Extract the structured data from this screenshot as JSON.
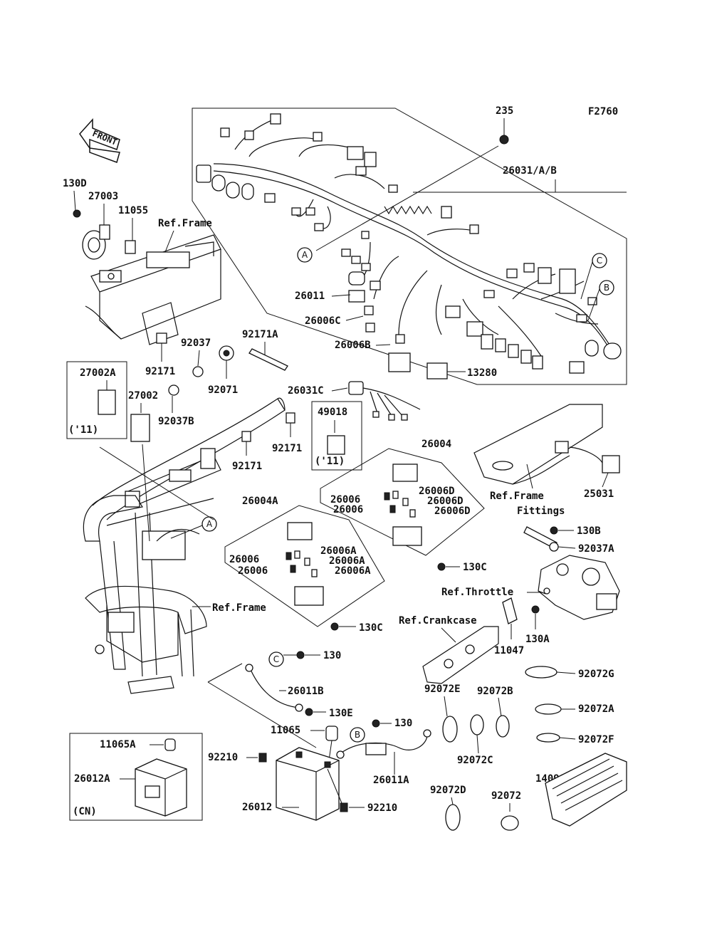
{
  "figure_code": "F2760",
  "front_label": "FRONT",
  "labels": {
    "p235": "235",
    "p26031AB": "26031/A/B",
    "pA1": "A",
    "pC1": "C",
    "pB1": "B",
    "p26011": "26011",
    "p26006C": "26006C",
    "p26006B": "26006B",
    "p13280": "13280",
    "p130D": "130D",
    "p27003": "27003",
    "p11055": "11055",
    "refFrame1": "Ref.Frame",
    "p92171a": "92171",
    "p92037": "92037",
    "p92071": "92071",
    "p92171A": "92171A",
    "p27002A": "27002A",
    "p11a": "('11)",
    "p27002": "27002",
    "p92037B": "92037B",
    "p26031C": "26031C",
    "p49018": "49018",
    "p11b": "('11)",
    "p92171b": "92171",
    "p92171c": "92171",
    "p26004": "26004",
    "p26006a": "26006",
    "p26006D1": "26006D",
    "p26006b": "26006",
    "p26006D2": "26006D",
    "p26006D3": "26006D",
    "refFrameFittings1": "Ref.Frame",
    "refFrameFittings2": "Fittings",
    "p25031": "25031",
    "p26004A": "26004A",
    "pA2": "A",
    "p26006c": "26006",
    "p26006A1": "26006A",
    "p26006d": "26006",
    "p26006A2": "26006A",
    "p26006A3": "26006A",
    "p130B": "130B",
    "p92037A": "92037A",
    "p130C1": "130C",
    "refThrottle": "Ref.Throttle",
    "refFrame2": "Ref.Frame",
    "p130C2": "130C",
    "refCrankcase": "Ref.Crankcase",
    "p130A": "130A",
    "p11047": "11047",
    "pC2": "C",
    "p130a": "130",
    "p26011B": "26011B",
    "p130E": "130E",
    "p92072G": "92072G",
    "p92072E": "92072E",
    "p92072B": "92072B",
    "p92072A": "92072A",
    "p11065": "11065",
    "pB2": "B",
    "p130b": "130",
    "p92072F": "92072F",
    "p11065A": "11065A",
    "p92210a": "92210",
    "p92072C": "92072C",
    "p26012A": "26012A",
    "p26011A": "26011A",
    "p92072D": "92072D",
    "p92072": "92072",
    "p14090": "14090",
    "pCN": "(CN)",
    "p26012": "26012",
    "p92210b": "92210"
  }
}
